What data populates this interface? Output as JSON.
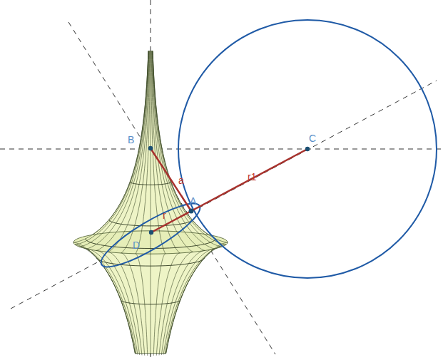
{
  "diagram": {
    "labels": [
      "B",
      "C",
      "a",
      "r1",
      "A",
      "r",
      "D"
    ]
  }
}
